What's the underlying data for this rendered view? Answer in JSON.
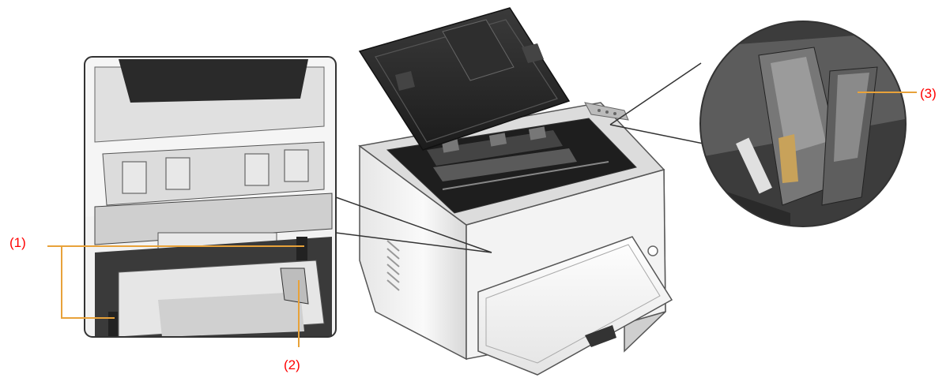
{
  "callouts": {
    "c1": "(1)",
    "c2": "(2)",
    "c3": "(3)"
  },
  "colors": {
    "callout": "#ff0000",
    "leader": "#e8a23a",
    "outline": "#333333",
    "body_light": "#f4f4f4",
    "body_mid": "#d2d2d2",
    "interior_dark": "#2a2a2a"
  },
  "icons": {
    "printer": "printer-illustration",
    "inset_left": "inset-enlarged-interior",
    "inset_right": "inset-enlarged-lever"
  }
}
